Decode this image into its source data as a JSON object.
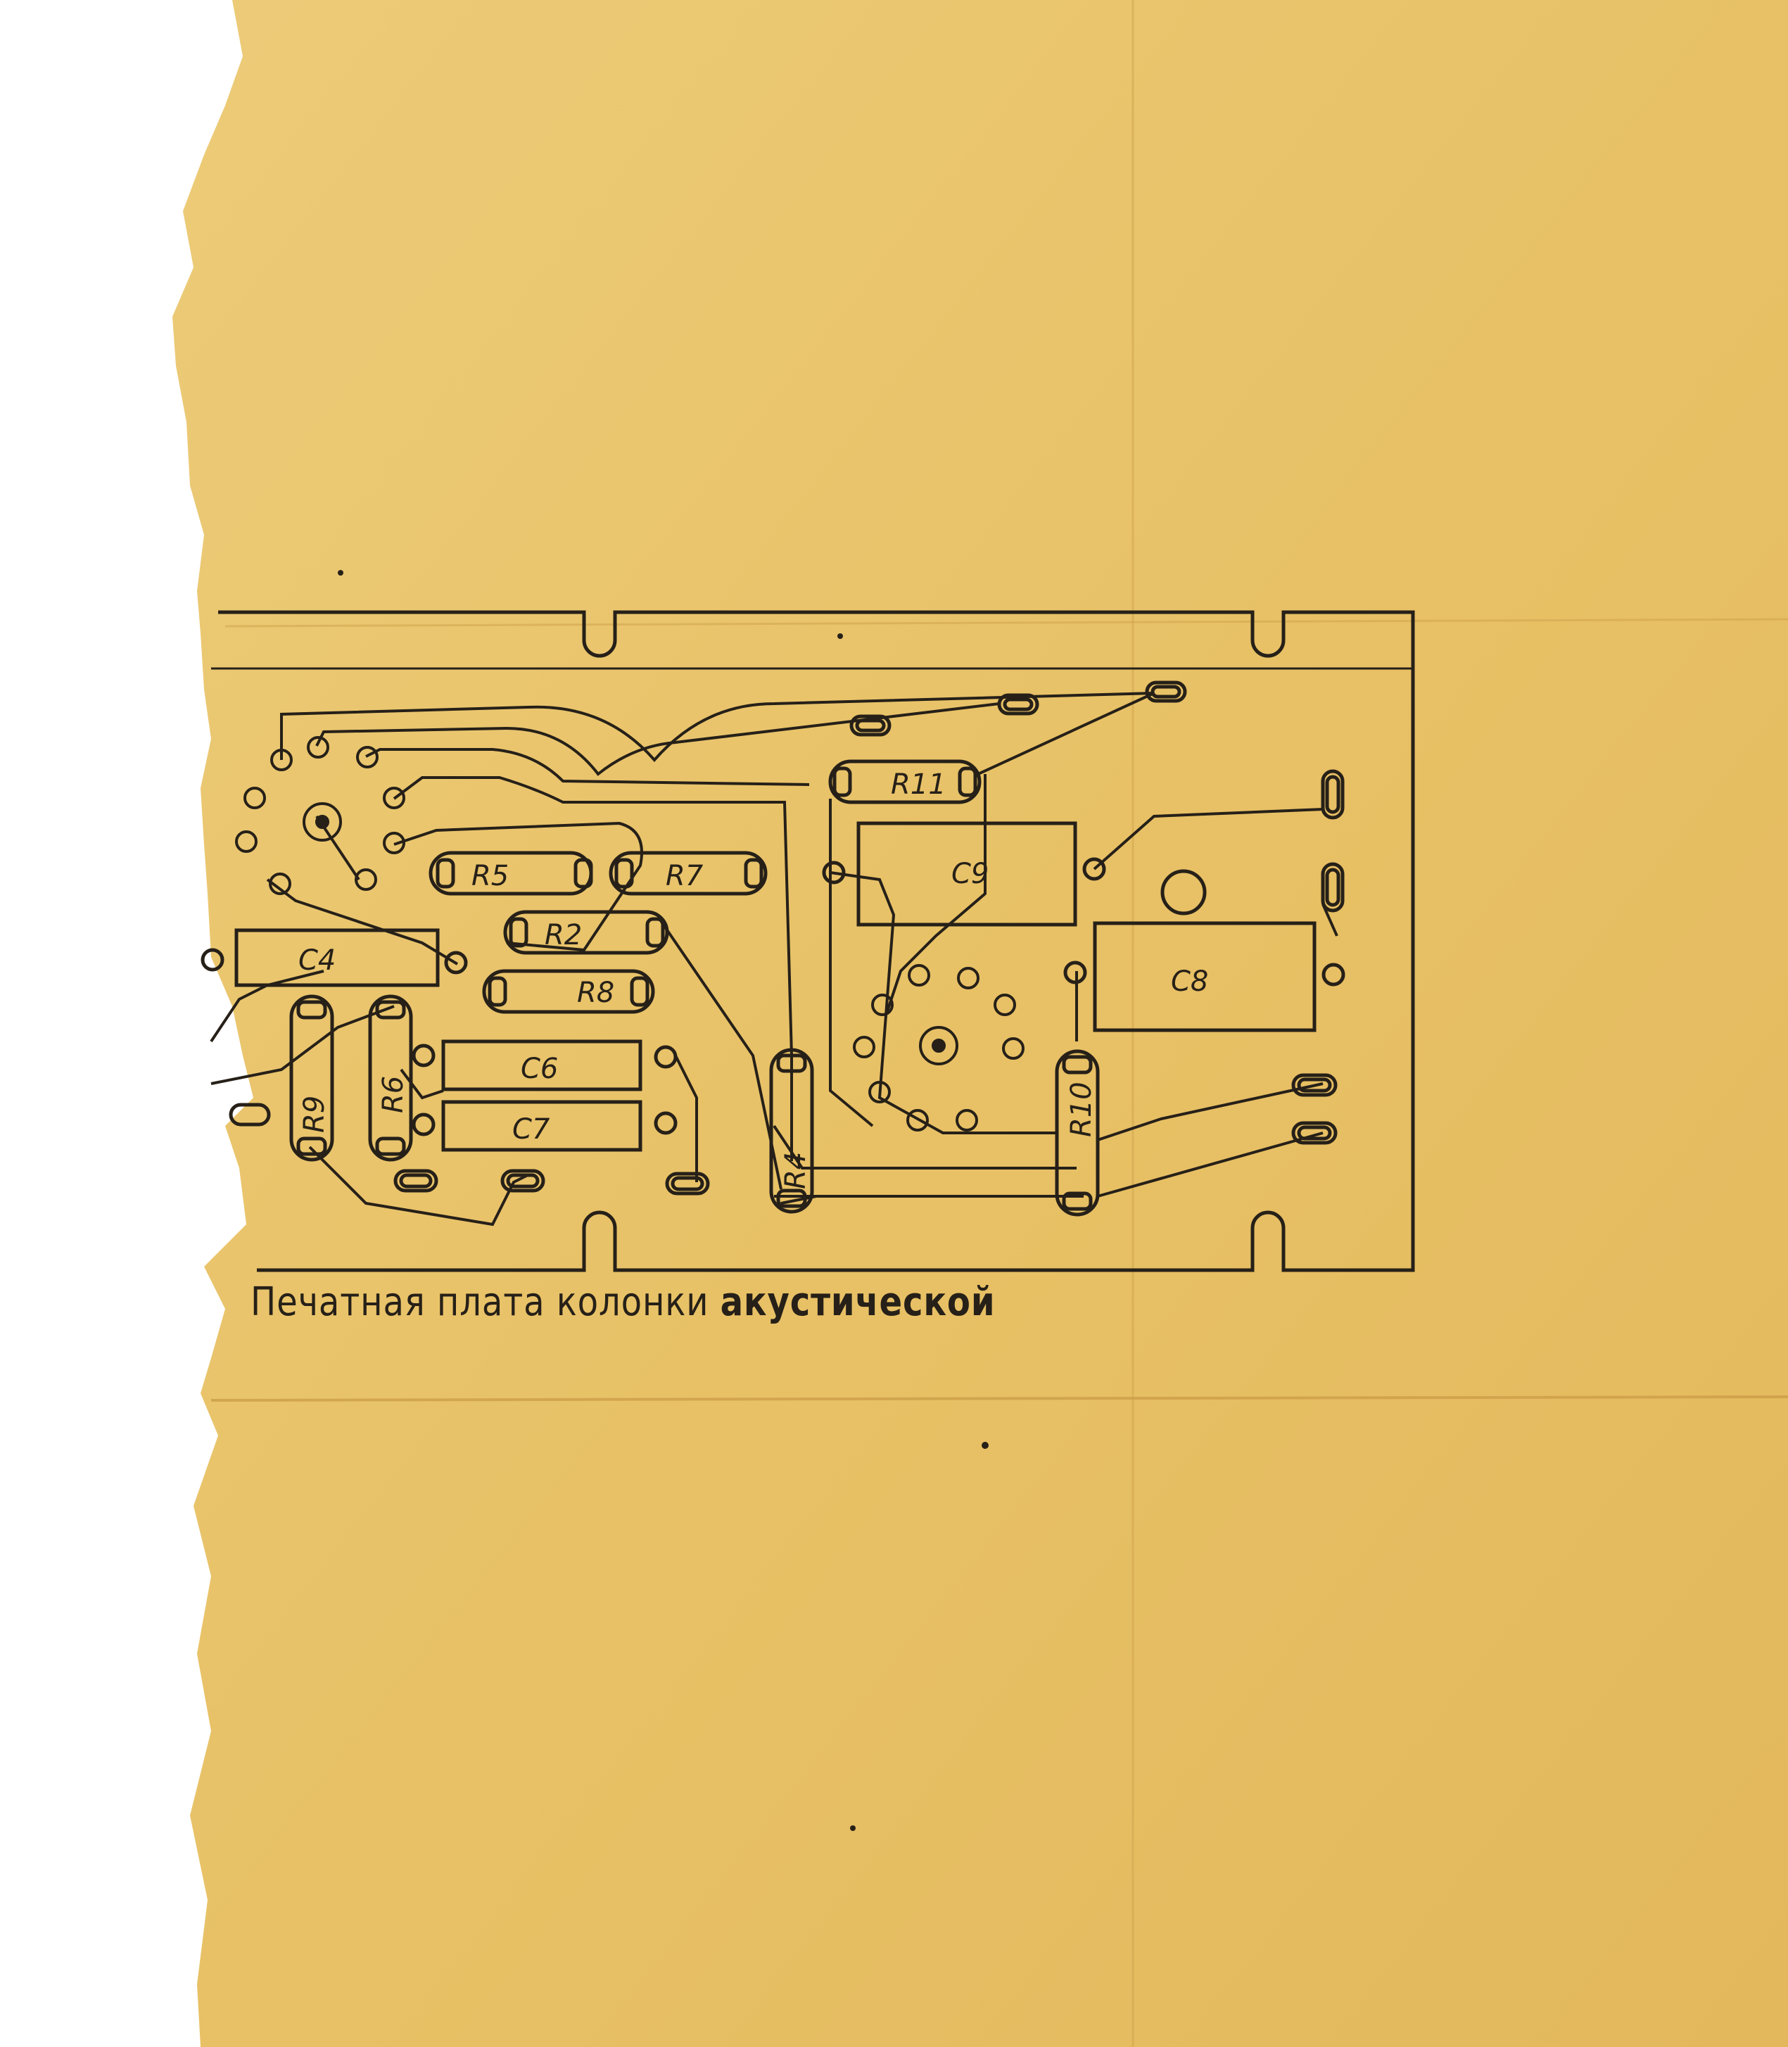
{
  "caption": {
    "regular": "Печатная плата колонки",
    "bold": "акустической"
  },
  "components": {
    "R11": "R11",
    "C9": "C9",
    "R5": "R5",
    "R7": "R7",
    "R2": "R2",
    "C4": "C4",
    "R8": "R8",
    "C8": "C8",
    "R9": "R9",
    "R6": "R6",
    "C6": "C6",
    "C7": "C7",
    "R4": "R4",
    "R10": "R10"
  },
  "colors": {
    "paper": "#e9c36b",
    "paper_dark": "#dcae52",
    "ink": "#262018"
  }
}
